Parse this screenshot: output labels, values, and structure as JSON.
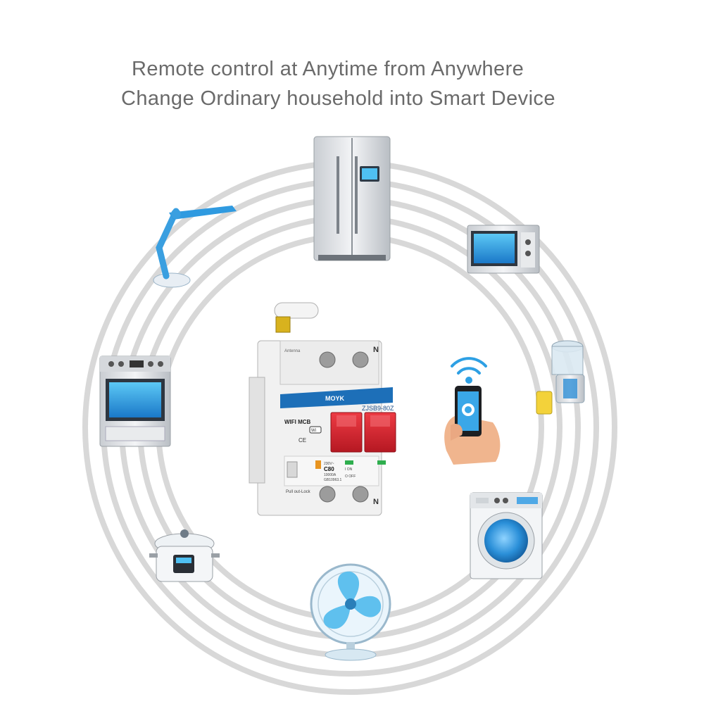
{
  "headline": {
    "line1": "Remote control at Anytime from Anywhere",
    "line2": "Change Ordinary household into Smart Device"
  },
  "breaker": {
    "antenna_label": "Antenna",
    "pole_n_top": "N",
    "pole_n_bottom": "N",
    "brand": "MOYK",
    "model": "ZJSB9-80Z",
    "product_label": "WIFI MCB",
    "wifi_badge": "Wi",
    "ce_mark": "CE",
    "rating": "C80",
    "voltage": "230V~",
    "capacity": "10000A",
    "standard": "GB10963.1",
    "on_label": "I ON",
    "off_label": "O OFF",
    "lock_label": "Pull out-Lock"
  },
  "appliances": [
    "refrigerator",
    "microwave",
    "juicer",
    "smartphone",
    "washing-machine",
    "fan",
    "rice-cooker",
    "oven",
    "desk-lamp"
  ],
  "colors": {
    "headline": "#6a6a6a",
    "rings": "#d6d6d6",
    "accent_blue": "#1e8fd6",
    "breaker_red": "#d8202c",
    "breaker_body": "#f1f1f1"
  }
}
